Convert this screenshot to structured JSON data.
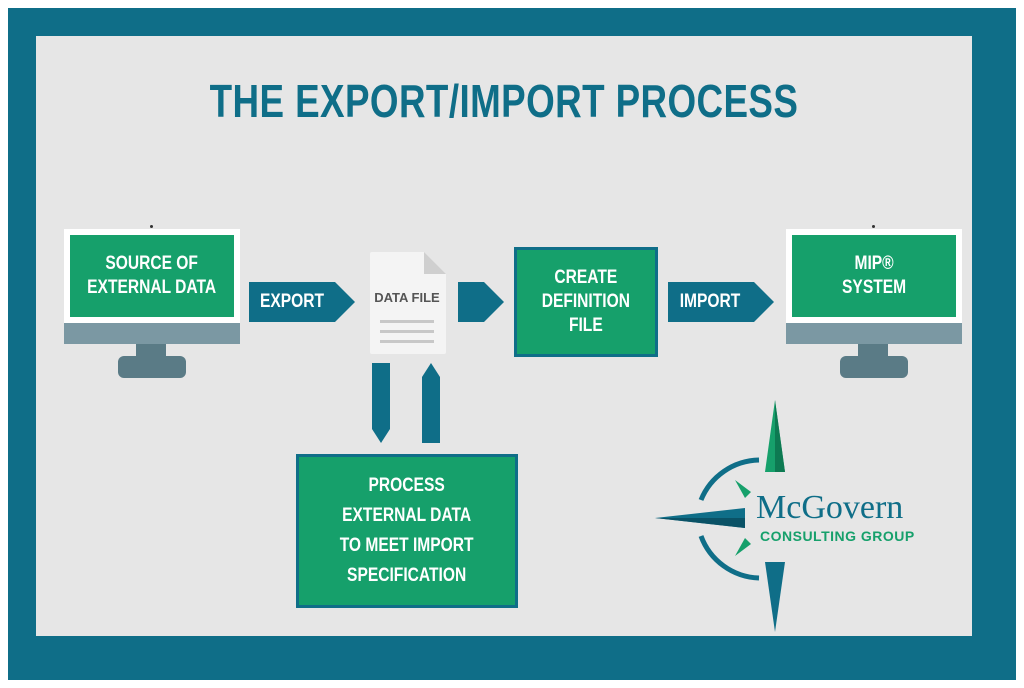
{
  "title": "THE EXPORT/IMPORT PROCESS",
  "source_monitor": {
    "lines": [
      "SOURCE OF",
      "EXTERNAL DATA"
    ]
  },
  "export_arrow": {
    "label": "EXPORT"
  },
  "data_file": {
    "label": "DATA FILE"
  },
  "create_box": {
    "lines": [
      "CREATE",
      "DEFINITION",
      "FILE"
    ]
  },
  "import_arrow": {
    "label": "IMPORT"
  },
  "mip_monitor": {
    "lines": [
      "MIP®",
      "SYSTEM"
    ]
  },
  "process_box": {
    "lines": [
      "PROCESS",
      "EXTERNAL DATA",
      "TO MEET IMPORT",
      "SPECIFICATION"
    ]
  },
  "logo": {
    "name": "McGovern",
    "tagline": "CONSULTING GROUP",
    "icon": "compass-icon"
  },
  "colors": {
    "frame": "#0f6e88",
    "panel": "#e6e6e6",
    "green": "#16a06b",
    "monitor_gray": "#7b98a3"
  }
}
